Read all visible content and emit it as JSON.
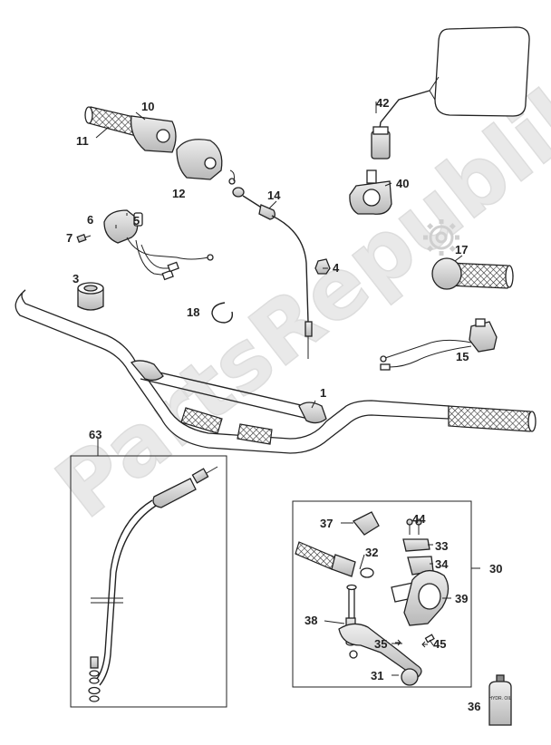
{
  "diagram": {
    "watermark": "PartsRepublik",
    "callouts": [
      {
        "id": "c1",
        "text": "1"
      },
      {
        "id": "c3",
        "text": "3"
      },
      {
        "id": "c4",
        "text": "4"
      },
      {
        "id": "c5",
        "text": "5"
      },
      {
        "id": "c6",
        "text": "6"
      },
      {
        "id": "c7",
        "text": "7"
      },
      {
        "id": "c10",
        "text": "10"
      },
      {
        "id": "c11",
        "text": "11"
      },
      {
        "id": "c12",
        "text": "12"
      },
      {
        "id": "c14",
        "text": "14"
      },
      {
        "id": "c15",
        "text": "15"
      },
      {
        "id": "c17",
        "text": "17"
      },
      {
        "id": "c18",
        "text": "18"
      },
      {
        "id": "c30",
        "text": "30"
      },
      {
        "id": "c31",
        "text": "31"
      },
      {
        "id": "c32",
        "text": "32"
      },
      {
        "id": "c33",
        "text": "33"
      },
      {
        "id": "c34",
        "text": "34"
      },
      {
        "id": "c35",
        "text": "35"
      },
      {
        "id": "c36",
        "text": "36"
      },
      {
        "id": "c37",
        "text": "37"
      },
      {
        "id": "c38",
        "text": "38"
      },
      {
        "id": "c39",
        "text": "39"
      },
      {
        "id": "c40",
        "text": "40"
      },
      {
        "id": "c42",
        "text": "42"
      },
      {
        "id": "c44",
        "text": "44"
      },
      {
        "id": "c45",
        "text": "45"
      },
      {
        "id": "c63",
        "text": "63"
      }
    ],
    "oil_bottle_text": "HYDR. OIL"
  }
}
